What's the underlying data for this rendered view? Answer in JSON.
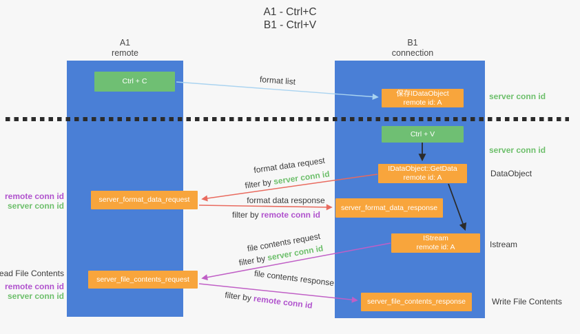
{
  "title": {
    "line1": "A1 - Ctrl+C",
    "line2": "B1 - Ctrl+V"
  },
  "columns": {
    "left": {
      "title": "A1",
      "subtitle": "remote"
    },
    "right": {
      "title": "B1",
      "subtitle": "connection"
    }
  },
  "boxes": {
    "ctrl_c": {
      "label": "Ctrl + C"
    },
    "save_dataobject": {
      "line1": "保存IDataObject",
      "line2": "remote id: A"
    },
    "ctrl_v": {
      "label": "Ctrl + V"
    },
    "getdata": {
      "line1": "IDataObject::GetData",
      "line2": "remote id: A"
    },
    "format_request": {
      "label": "server_format_data_request"
    },
    "format_response": {
      "label": "server_format_data_response"
    },
    "istream": {
      "line1": "IStream",
      "line2": "remote id: A"
    },
    "file_request": {
      "label": "server_file_contents_request"
    },
    "file_response": {
      "label": "server_file_contents_response"
    }
  },
  "labels": {
    "format_list": "format list",
    "format_data_request": "format data request",
    "format_data_response": "format data response",
    "file_contents_request": "file contents request",
    "file_contents_response": "file contents response",
    "filter_by": "filter by ",
    "server_conn_id": "server conn id",
    "remote_conn_id": "remote conn id"
  },
  "side_labels": {
    "server_conn_id_top": "server conn id",
    "server_conn_id_mid": "server conn id",
    "dataobject": "DataObject",
    "istream": "Istream",
    "write_file_contents": "Write File Contents",
    "read_file_contents": "Read File Contents",
    "remote_conn_id_1": "remote conn id",
    "server_conn_id_1": "server conn id",
    "remote_conn_id_2": "remote conn id",
    "server_conn_id_2": "server conn id"
  },
  "colors": {
    "bg": "#f7f7f7",
    "column_blue": "#4a7fd6",
    "box_green": "#6fbf73",
    "box_orange": "#f8a53c",
    "arrow_lightblue": "#a9d3f0",
    "arrow_red": "#e96a5e",
    "arrow_magenta": "#c05fc6",
    "dotted_line": "#2b2b2b",
    "text_green": "#6dbf6b",
    "text_purple": "#b052cd",
    "text_dark": "#3a3a3a"
  }
}
